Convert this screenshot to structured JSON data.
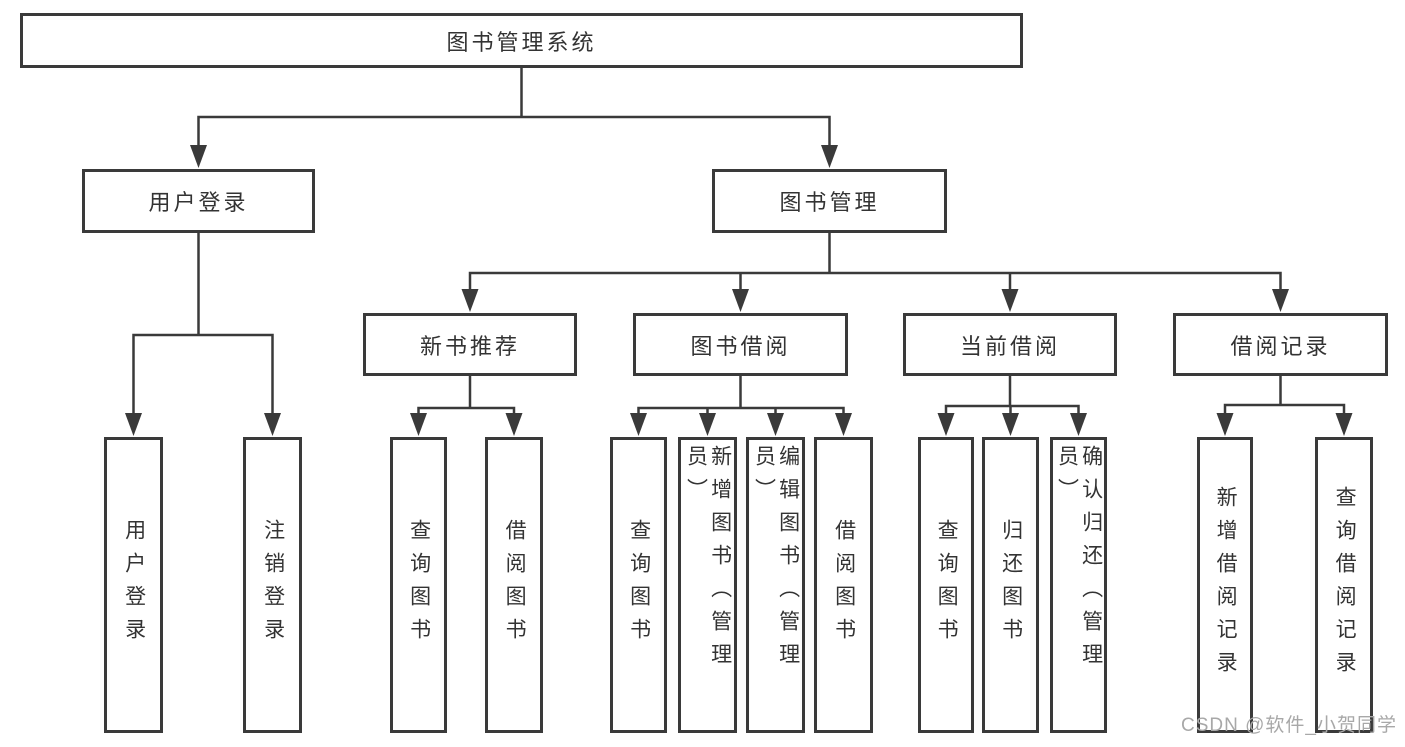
{
  "diagram": {
    "type": "tree",
    "root_label": "图书管理系统"
  },
  "colors": {
    "line": "#3a3a3a",
    "box_border": "#3a3a3a",
    "text": "#333333",
    "background": "#ffffff",
    "watermark": "#a8a8a8"
  },
  "nodes": [
    {
      "id": "root",
      "label": "图书管理系统"
    },
    {
      "id": "user-login",
      "label": "用户登录"
    },
    {
      "id": "book-management",
      "label": "图书管理"
    },
    {
      "id": "new-book-recommend",
      "label": "新书推荐"
    },
    {
      "id": "book-borrow",
      "label": "图书借阅"
    },
    {
      "id": "current-borrow",
      "label": "当前借阅"
    },
    {
      "id": "borrow-records",
      "label": "借阅记录"
    },
    {
      "id": "login-action",
      "label": "用户登录"
    },
    {
      "id": "logout-action",
      "label": "注销登录"
    },
    {
      "id": "nbr-query-books",
      "label": "查询图书"
    },
    {
      "id": "nbr-borrow-books",
      "label": "借阅图书"
    },
    {
      "id": "bb-query-books",
      "label": "查询图书"
    },
    {
      "id": "bb-add-books",
      "label": "新增图书（管理员）"
    },
    {
      "id": "bb-edit-books",
      "label": "编辑图书（管理员）"
    },
    {
      "id": "bb-borrow-books",
      "label": "借阅图书"
    },
    {
      "id": "cb-query-books",
      "label": "查询图书"
    },
    {
      "id": "cb-return-books",
      "label": "归还图书"
    },
    {
      "id": "cb-confirm-return",
      "label": "确认归还（管理员）"
    },
    {
      "id": "br-add-record",
      "label": "新增借阅记录"
    },
    {
      "id": "br-query-record",
      "label": "查询借阅记录"
    }
  ],
  "edges": [
    {
      "from": "root",
      "to": [
        "user-login",
        "book-management"
      ]
    },
    {
      "from": "user-login",
      "to": [
        "login-action",
        "logout-action"
      ]
    },
    {
      "from": "book-management",
      "to": [
        "new-book-recommend",
        "book-borrow",
        "current-borrow",
        "borrow-records"
      ]
    },
    {
      "from": "new-book-recommend",
      "to": [
        "nbr-query-books",
        "nbr-borrow-books"
      ]
    },
    {
      "from": "book-borrow",
      "to": [
        "bb-query-books",
        "bb-add-books",
        "bb-edit-books",
        "bb-borrow-books"
      ]
    },
    {
      "from": "current-borrow",
      "to": [
        "cb-query-books",
        "cb-return-books",
        "cb-confirm-return"
      ]
    },
    {
      "from": "borrow-records",
      "to": [
        "br-add-record",
        "br-query-record"
      ]
    }
  ],
  "watermark": {
    "text": "CSDN @软件_小贺同学"
  }
}
